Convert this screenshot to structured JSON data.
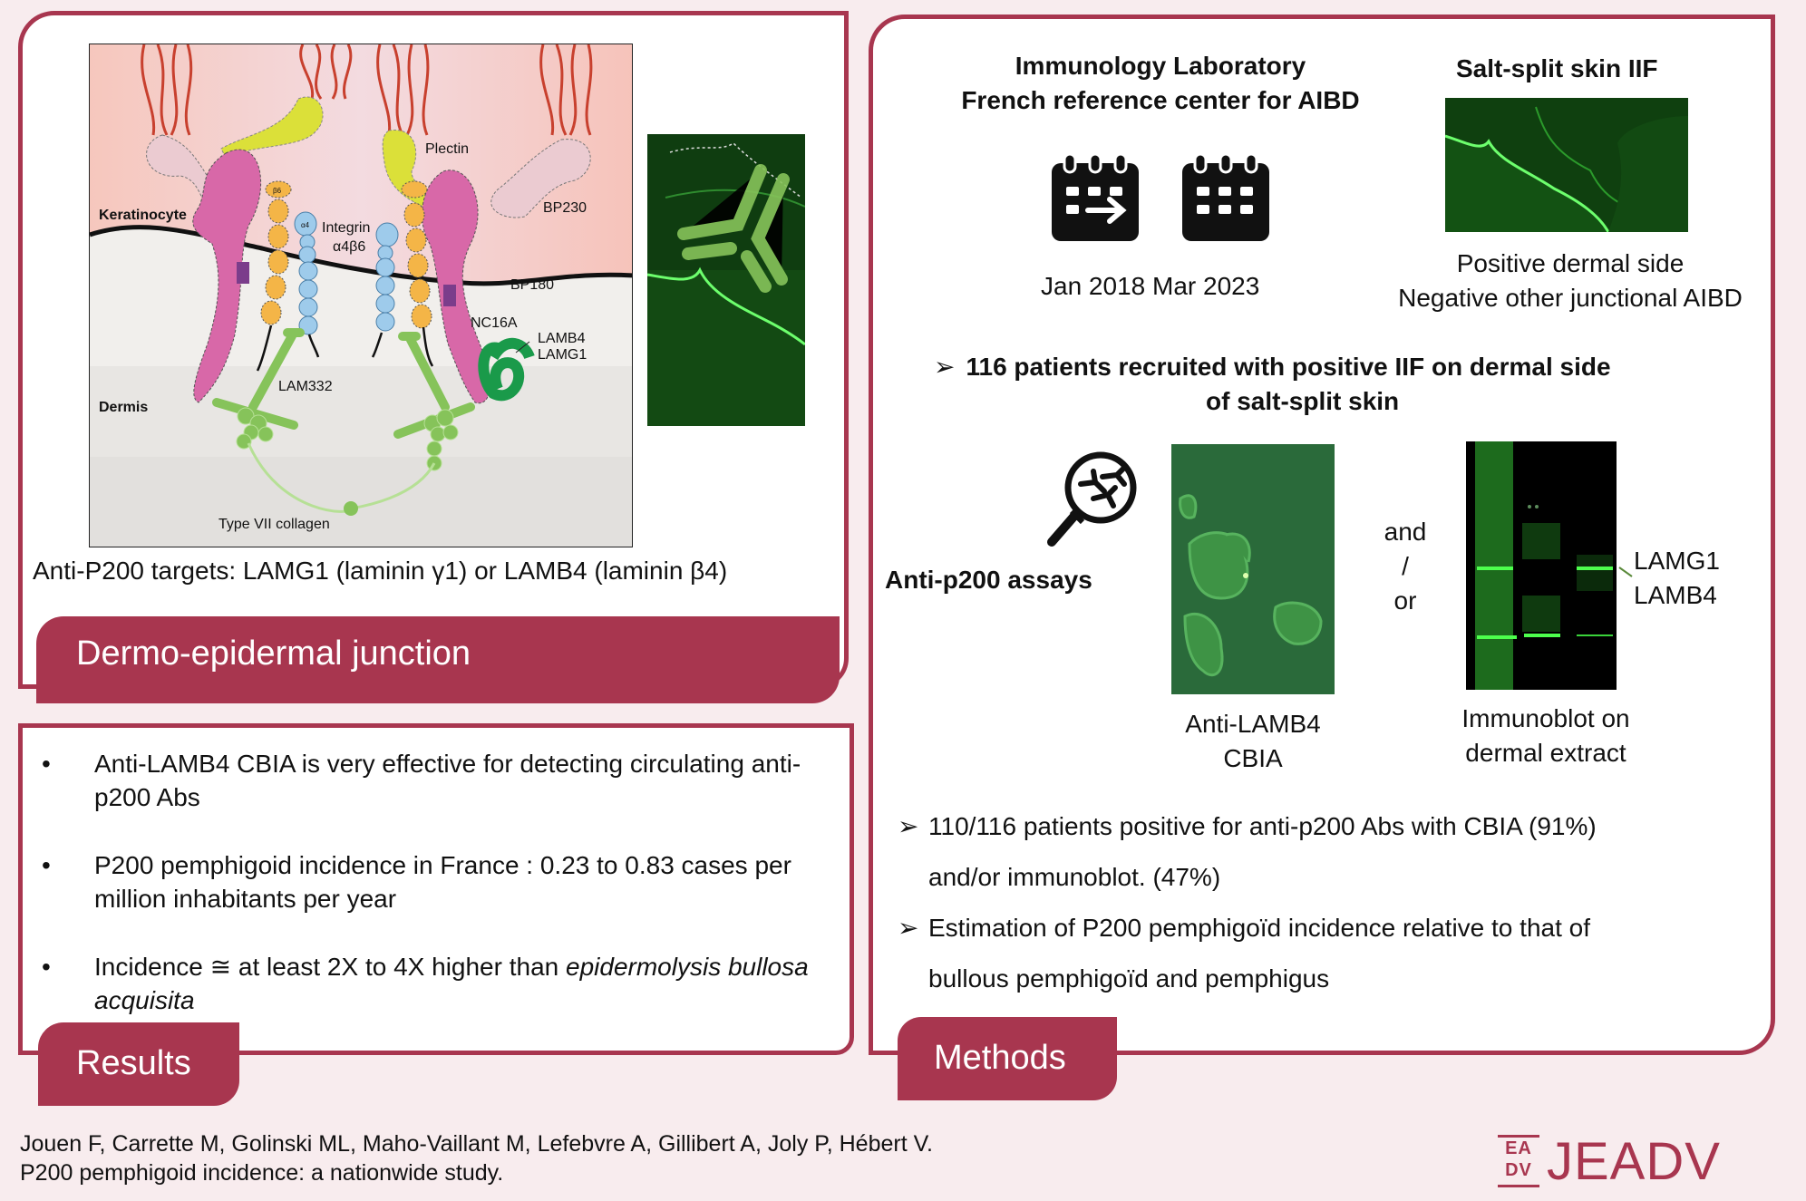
{
  "junction_panel": {
    "title": "Dermo-epidermal junction",
    "targets_caption": "Anti-P200 targets: LAMG1 (laminin γ1) or LAMB4 (laminin β4)",
    "diagram_labels": {
      "keratinocyte": "Keratinocyte",
      "dermis": "Dermis",
      "plectin": "Plectin",
      "integrin": "Integrin",
      "integrin_sub": "α4β6",
      "beta6": "β6",
      "alpha4": "α4",
      "bp230": "BP230",
      "bp180": "BP180",
      "nc16a": "NC16A",
      "lamb4": "LAMB4",
      "lamg1": "LAMG1",
      "lam332": "LAM332",
      "collagen": "Type VII collagen"
    }
  },
  "results_panel": {
    "title": "Results",
    "bullets": [
      {
        "text": "Anti-LAMB4 CBIA is very effective for detecting circulating anti-p200 Abs",
        "italic": ""
      },
      {
        "text": "P200 pemphigoid incidence in France : 0.23 to 0.83 cases per million inhabitants per year",
        "italic": ""
      },
      {
        "text": "Incidence ≅ at least 2X to 4X higher than ",
        "italic": "epidermolysis bullosa acquisita"
      }
    ],
    "bullet_glyph": "•"
  },
  "methods_panel": {
    "title": "Methods",
    "lab_title_line1": "Immunology Laboratory",
    "lab_title_line2": "French reference center for AIBD",
    "dates": "Jan 2018 Mar 2023",
    "salt_split_title": "Salt-split skin IIF",
    "salt_split_caption_line1": "Positive dermal side",
    "salt_split_caption_line2": "Negative other junctional AIBD",
    "recruit_line1": "116 patients recruited with positive IIF on dermal side",
    "recruit_line2": "of salt-split skin",
    "assays_label": "Anti-p200 assays",
    "and_or": {
      "line1": "and",
      "line2": "/",
      "line3": "or"
    },
    "cbia_caption_line1": "Anti-LAMB4",
    "cbia_caption_line2": "CBIA",
    "immunoblot_caption_line1": "Immunoblot on",
    "immunoblot_caption_line2": "dermal extract",
    "blot_labels": {
      "lamg1": "LAMG1",
      "lamb4": "LAMB4"
    },
    "findings": [
      {
        "line1": "110/116 patients positive for anti-p200 Abs with CBIA (91%)",
        "line2": "and/or immunoblot. (47%)"
      },
      {
        "line1": "Estimation of P200 pemphigoïd incidence relative to that of",
        "line2": "bullous pemphigoïd and pemphigus"
      }
    ],
    "arrow_glyph": "➢"
  },
  "footer": {
    "authors": "Jouen F, Carrette M, Golinski ML, Maho-Vaillant M, Lefebvre A, Gillibert A, Joly P, Hébert V.",
    "title": "P200 pemphigoid incidence: a nationwide study.",
    "journal_logo_text": "JEADV",
    "journal_logo_mark": {
      "top": "EA",
      "bottom": "DV"
    }
  },
  "colors": {
    "accent": "#a8364f",
    "background": "#f8ecee",
    "fluor_green": "#39e639"
  }
}
